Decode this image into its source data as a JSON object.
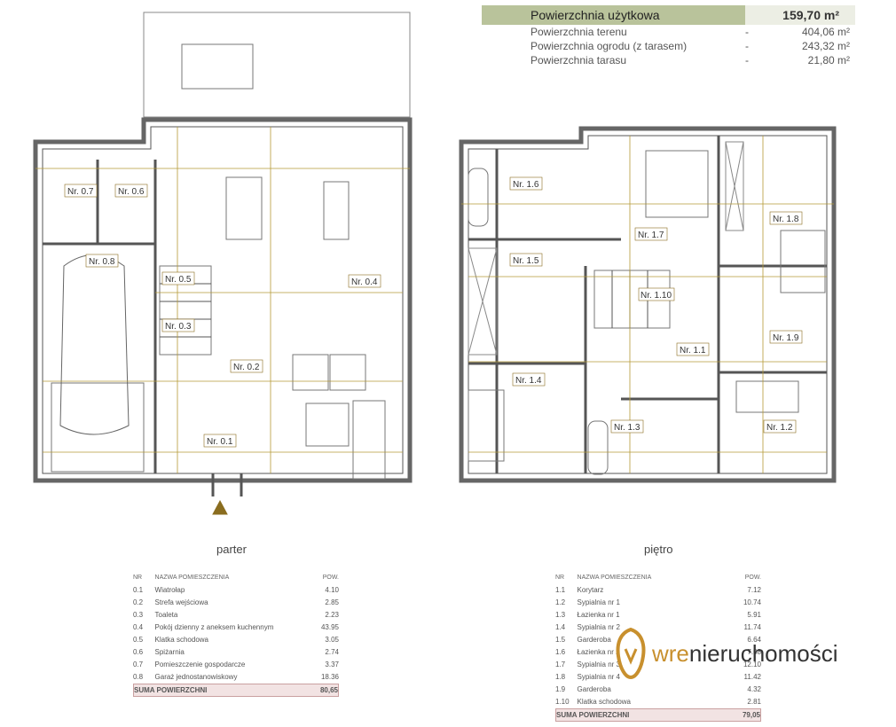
{
  "summary": {
    "title": "Powierzchnia użytkowa",
    "title_value": "159,70 m²",
    "rows": [
      {
        "label": "Powierzchnia terenu",
        "dash": "-",
        "value": "404,06 m²"
      },
      {
        "label": "Powierzchnia ogrodu (z tarasem)",
        "dash": "-",
        "value": "243,32 m²"
      },
      {
        "label": "Powierzchnia tarasu",
        "dash": "-",
        "value": "21,80 m²"
      }
    ]
  },
  "ground": {
    "caption": "parter",
    "rooms": [
      "Nr. 0.1",
      "Nr. 0.2",
      "Nr. 0.3",
      "Nr. 0.4",
      "Nr. 0.5",
      "Nr. 0.6",
      "Nr. 0.7",
      "Nr. 0.8"
    ],
    "table": {
      "headers": [
        "NR",
        "NAZWA POMIESZCZENIA",
        "POW."
      ],
      "rows": [
        [
          "0.1",
          "Wiatrołap",
          "4.10"
        ],
        [
          "0.2",
          "Strefa wejściowa",
          "2.85"
        ],
        [
          "0.3",
          "Toaleta",
          "2.23"
        ],
        [
          "0.4",
          "Pokój dzienny z aneksem kuchennym",
          "43.95"
        ],
        [
          "0.5",
          "Klatka schodowa",
          "3.05"
        ],
        [
          "0.6",
          "Spiżarnia",
          "2.74"
        ],
        [
          "0.7",
          "Pomieszczenie gospodarcze",
          "3.37"
        ],
        [
          "0.8",
          "Garaż jednostanowiskowy",
          "18.36"
        ]
      ],
      "sum_label": "SUMA POWIERZCHNI",
      "sum_value": "80,65"
    }
  },
  "upper": {
    "caption": "piętro",
    "rooms": [
      "Nr. 1.1",
      "Nr. 1.2",
      "Nr. 1.3",
      "Nr. 1.4",
      "Nr. 1.5",
      "Nr. 1.6",
      "Nr. 1.7",
      "Nr. 1.8",
      "Nr. 1.9",
      "Nr. 1.10"
    ],
    "table": {
      "headers": [
        "NR",
        "NAZWA POMIESZCZENIA",
        "POW."
      ],
      "rows": [
        [
          "1.1",
          "Korytarz",
          "7.12"
        ],
        [
          "1.2",
          "Sypialnia nr 1",
          "10.74"
        ],
        [
          "1.3",
          "Łazienka nr 1",
          "5.91"
        ],
        [
          "1.4",
          "Sypialnia nr 2",
          "11.74"
        ],
        [
          "1.5",
          "Garderoba",
          "6.64"
        ],
        [
          "1.6",
          "Łazienka nr 2",
          "7.08"
        ],
        [
          "1.7",
          "Sypialnia nr 3",
          "12.10"
        ],
        [
          "1.8",
          "Sypialnia nr 4",
          "11.42"
        ],
        [
          "1.9",
          "Garderoba",
          "4.32"
        ],
        [
          "1.10",
          "Klatka schodowa",
          "2.81"
        ]
      ],
      "sum_label": "SUMA POWIERZCHNI",
      "sum_value": "79,05"
    }
  },
  "brand": {
    "prefix": "wre",
    "rest": "nieruchomości"
  },
  "colors": {
    "wall": "#555555",
    "dim_line": "#b59a36",
    "accent": "#c8902e"
  }
}
